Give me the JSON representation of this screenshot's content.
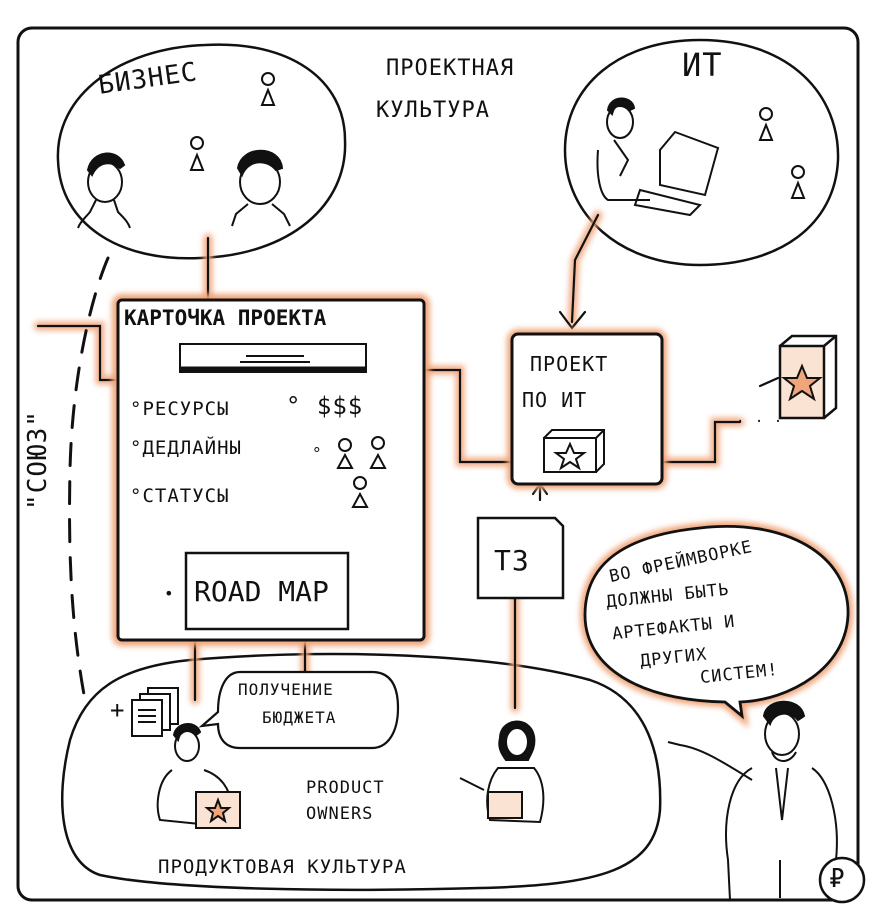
{
  "diagram": {
    "title_line1": "ПРОЕКТНАЯ",
    "title_line2": "КУЛЬТУРА",
    "business": {
      "label": "БИЗНЕС"
    },
    "it": {
      "label": "ИТ"
    },
    "union_label": "\"СОЮЗ\"",
    "project_card": {
      "title": "КАРТОЧКА ПРОЕКТА",
      "items": [
        {
          "label": "РЕСУРСЫ",
          "mark": "$$$"
        },
        {
          "label": "ДЕДЛАЙНЫ",
          "mark": "people-icons"
        },
        {
          "label": "СТАТУСЫ",
          "mark": "person-icon"
        }
      ],
      "roadmap_label": "ROAD MAP"
    },
    "it_project": {
      "line1": "ПРОЕКТ",
      "line2": "ПО ИТ"
    },
    "tz_label": "ТЗ",
    "ellipsis": ". . .",
    "budget_bubble": {
      "line1": "ПОЛУЧЕНИЕ",
      "line2": "БЮДЖЕТА"
    },
    "framework_bubble": {
      "lines": [
        "ВО ФРЕЙМВОРКЕ",
        "ДОЛЖНЫ БЫТЬ",
        "АРТЕФАКТЫ И",
        "ДРУГИХ",
        "СИСТЕМ!"
      ]
    },
    "product_owners": {
      "line1": "PRODUCT",
      "line2": "OWNERS"
    },
    "product_culture": "ПРОДУКТОВАЯ   КУЛЬТУРА",
    "plus_sign": "+",
    "ruble_sign": "₽",
    "colors": {
      "ink": "#111111",
      "accent": "#f0a57a",
      "paper": "#ffffff",
      "shade": "#f7efe9"
    }
  }
}
